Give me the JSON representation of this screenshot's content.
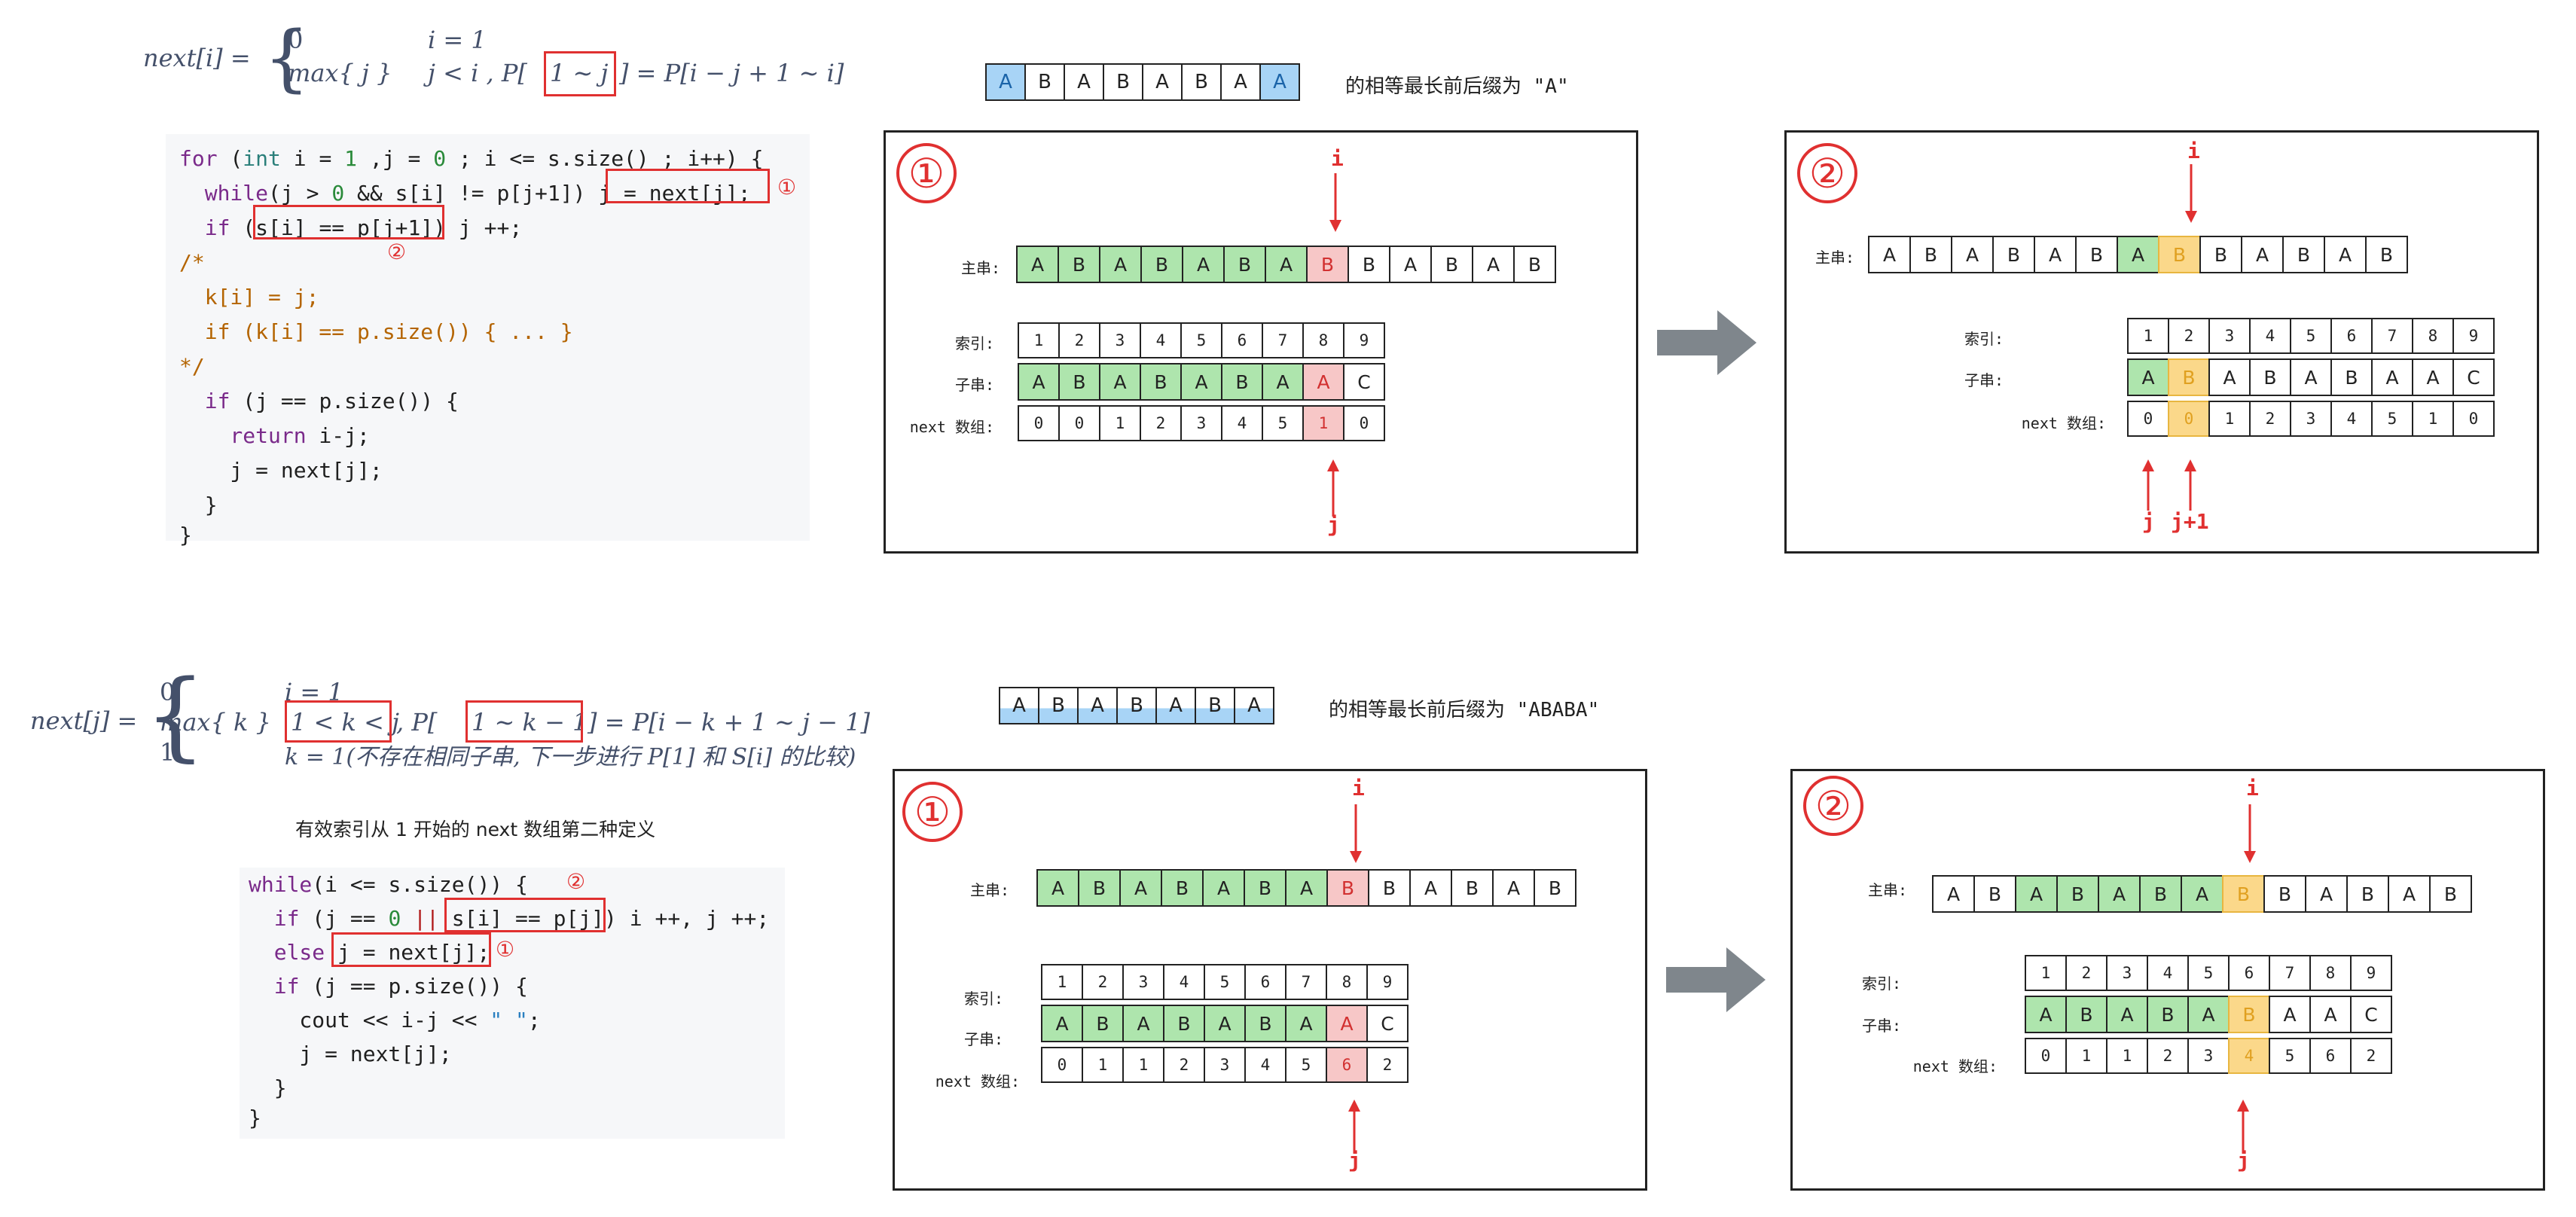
{
  "formula1": {
    "lhs": "next[i] =",
    "r1v": "0",
    "r1c": "i = 1",
    "r2v": "max{ j }",
    "r2c_a": "j < i ,  P[",
    "r2c_box": "1 ∼ j",
    "r2c_b": "] = P[i − j + 1 ∼ i]"
  },
  "code1": {
    "l1a": "for",
    "l1b": " (",
    "l1c": "int",
    "l1d": " i = ",
    "l1e": "1",
    "l1f": " ,j = ",
    "l1g": "0",
    "l1h": " ; i <= s.size() ; i++) {",
    "l2a": "  while",
    "l2b": "(j > ",
    "l2c": "0",
    "l2d": " && s[i] != p[j+1]) ",
    "l2e": "j = next[j];",
    "l3a": "  if",
    "l3b": " (",
    "l3c": "s[i] == p[j+1]",
    "l3d": ") j ++;",
    "l4": "/*",
    "l5": "  k[i] = j;",
    "l6": "  if (k[i] == p.size()) { ... }",
    "l7": "*/",
    "l8a": "  if",
    "l8b": " (j == p.si",
    "l8c": "ze()) {",
    "l9a": "    return",
    "l9b": " i-j;",
    "l10": "    j = next[j];",
    "l11": "  }",
    "l12": "}",
    "m1": "①",
    "m2": "②"
  },
  "strip1": {
    "cells": [
      "A",
      "B",
      "A",
      "B",
      "A",
      "B",
      "A",
      "A"
    ],
    "caption": "的相等最长前后缀为 \"A\""
  },
  "strip2": {
    "cells": [
      "A",
      "B",
      "A",
      "B",
      "A",
      "B",
      "A"
    ],
    "caption": "的相等最长前后缀为 \"ABABA\""
  },
  "panels": {
    "p1": {
      "num": "①",
      "main_label": "主串:",
      "idx_label": "索引:",
      "sub_label": "子串:",
      "next_label": "next 数组:",
      "main": [
        "A",
        "B",
        "A",
        "B",
        "A",
        "B",
        "A",
        "B",
        "B",
        "A",
        "B",
        "A",
        "B"
      ],
      "idx": [
        "1",
        "2",
        "3",
        "4",
        "5",
        "6",
        "7",
        "8",
        "9"
      ],
      "sub": [
        "A",
        "B",
        "A",
        "B",
        "A",
        "B",
        "A",
        "A",
        "C"
      ],
      "next": [
        "0",
        "0",
        "1",
        "2",
        "3",
        "4",
        "5",
        "1",
        "0"
      ],
      "i": "i",
      "j": "j"
    },
    "p2": {
      "num": "②",
      "main_label": "主串:",
      "idx_label": "索引:",
      "sub_label": "子串:",
      "next_label": "next 数组:",
      "main": [
        "A",
        "B",
        "A",
        "B",
        "A",
        "B",
        "A",
        "B",
        "B",
        "A",
        "B",
        "A",
        "B"
      ],
      "idx": [
        "1",
        "2",
        "3",
        "4",
        "5",
        "6",
        "7",
        "8",
        "9"
      ],
      "sub": [
        "A",
        "B",
        "A",
        "B",
        "A",
        "B",
        "A",
        "A",
        "C"
      ],
      "next": [
        "0",
        "0",
        "1",
        "2",
        "3",
        "4",
        "5",
        "1",
        "0"
      ],
      "i": "i",
      "j": "j",
      "j1": "j+1"
    },
    "p3": {
      "num": "①",
      "main_label": "主串:",
      "idx_label": "索引:",
      "sub_label": "子串:",
      "next_label": "next 数组:",
      "main": [
        "A",
        "B",
        "A",
        "B",
        "A",
        "B",
        "A",
        "B",
        "B",
        "A",
        "B",
        "A",
        "B"
      ],
      "idx": [
        "1",
        "2",
        "3",
        "4",
        "5",
        "6",
        "7",
        "8",
        "9"
      ],
      "sub": [
        "A",
        "B",
        "A",
        "B",
        "A",
        "B",
        "A",
        "A",
        "C"
      ],
      "next": [
        "0",
        "1",
        "1",
        "2",
        "3",
        "4",
        "5",
        "6",
        "2"
      ],
      "i": "i",
      "j": "j"
    },
    "p4": {
      "num": "②",
      "main_label": "主串:",
      "idx_label": "索引:",
      "sub_label": "子串:",
      "next_label": "next 数组:",
      "main": [
        "A",
        "B",
        "A",
        "B",
        "A",
        "B",
        "A",
        "B",
        "B",
        "A",
        "B",
        "A",
        "B"
      ],
      "idx": [
        "1",
        "2",
        "3",
        "4",
        "5",
        "6",
        "7",
        "8",
        "9"
      ],
      "sub": [
        "A",
        "B",
        "A",
        "B",
        "A",
        "B",
        "A",
        "A",
        "C"
      ],
      "next": [
        "0",
        "1",
        "1",
        "2",
        "3",
        "4",
        "5",
        "6",
        "2"
      ],
      "i": "i",
      "j": "j"
    }
  },
  "formula2": {
    "lhs": "next[j] =",
    "r1v": "0",
    "r1c": "i = 1",
    "r2v": "max{ k }",
    "r2c_box1": "1 < k < j",
    "r2c_a": ",  P[",
    "r2c_box2": "1 ∼ k − 1",
    "r2c_b": "] = P[i − k + 1 ∼ j − 1]",
    "r3v": "1",
    "r3c": "k = 1(不存在相同子串, 下一步进行 P[1] 和 S[i] 的比较)"
  },
  "note2": "有效索引从 1 开始的 next 数组第二种定义",
  "code2": {
    "l1a": "while",
    "l1b": "(i <= s.size()) {",
    "l2a": "  if",
    "l2b": " (j == ",
    "l2c": "0",
    "l2d": " || ",
    "l2e": "s[i] == p[j]",
    "l2f": ") i ++, j ++;",
    "l3a": "  else",
    "l3b": " ",
    "l3c": "j = next[j];",
    "l4a": "  if",
    "l4b": " (j == p.size()) {",
    "l5a": "    cout << i-j << ",
    "l5b": "\" \"",
    "l5c": ";",
    "l6": "    j = next[j];",
    "l7": "  }",
    "l8": "}",
    "m1": "①",
    "m2": "②"
  },
  "colors": {
    "green": "#aee5ad",
    "red": "#f7c7c7",
    "yellow": "#fbd88a",
    "blue": "#a8d4f6",
    "accent": "#e03030"
  }
}
